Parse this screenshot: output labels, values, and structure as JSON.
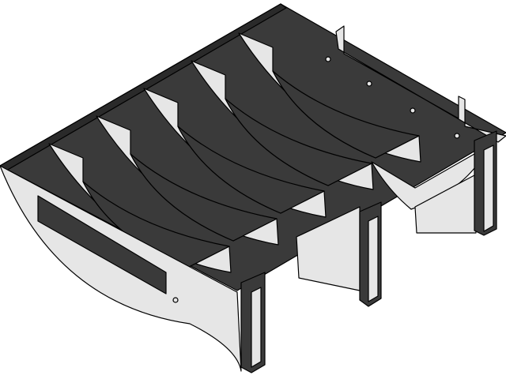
{
  "render": {
    "subject": "cad-part",
    "rib_count": 5,
    "leg_count": 3,
    "colors": {
      "background": "#ffffff",
      "light_face": "#e6e6e6",
      "dark_face": "#3a3a3a",
      "outline": "#000000"
    }
  }
}
